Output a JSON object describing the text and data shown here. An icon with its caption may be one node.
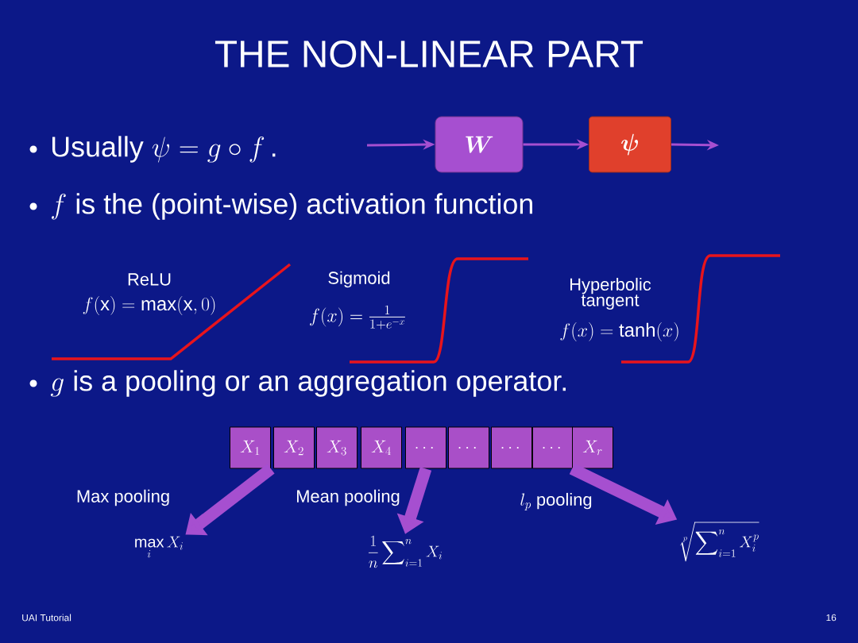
{
  "diagram": {
    "title": "THE NON-LINEAR PART",
    "nodes": [
      {
        "text": [
          "\\boldsymbol{W}"
        ]
      },
      {
        "text": [
          "\\boldsymbol{\\psi}"
        ]
      },
      {
        "text": [
          "X_1"
        ]
      },
      {
        "text": [
          "X_2"
        ]
      },
      {
        "text": [
          "X_3"
        ]
      },
      {
        "text": [
          "X_4"
        ]
      },
      {
        "text": [
          "\\dots"
        ]
      },
      {
        "text": [
          "\\dots"
        ]
      },
      {
        "text": [
          "\\dots"
        ]
      },
      {
        "text": [
          "\\dots"
        ]
      },
      {
        "text": [
          "X_r"
        ]
      },
      {
        "text": [
          "\\max\\limits_i X_i"
        ]
      },
      {
        "text": [
          "\\frac{1}{n}\\sum\\nolimits_{i=1}^{n} X_i"
        ]
      },
      {
        "text": [
          "\\sqrt[p]{\\sum\\nolimits_{i=1}^{n} X_i^p}"
        ]
      }
    ],
    "edges": [
      {
        "from": null,
        "to": 0,
        "arrow": "to"
      },
      {
        "from": 0,
        "to": 1,
        "arrow": "to"
      },
      {
        "from": 1,
        "to": null,
        "arrow": "to"
      },
      {
        "from": 2,
        "to": 11,
        "arrow": "to",
        "label": "Max pooling",
        "style": "thick"
      },
      {
        "from": 6,
        "to": 12,
        "arrow": "to",
        "label": "Mean pooling",
        "style": "thick"
      },
      {
        "from": 10,
        "to": 13,
        "arrow": "to",
        "label": "l_p\\text{ pooling}",
        "style": "thick"
      }
    ],
    "labels": [
      "\\text{Usually }\\psi = g\\circ f\\,\\text{.}",
      "f\\text{ is the (point-wise) activation function}",
      "ReLU",
      "f(\\mathrm{x}) = \\max(\\mathrm{x}, 0)",
      "Sigmoid",
      "f(x) = \\frac{1}{1+e^{-x}}",
      "Hyperbolic tangent",
      "f(x) = \\tanh(x)",
      "g\\text{ is a pooling or an aggregation operator.}",
      "UAI Tutorial",
      "16"
    ]
  }
}
